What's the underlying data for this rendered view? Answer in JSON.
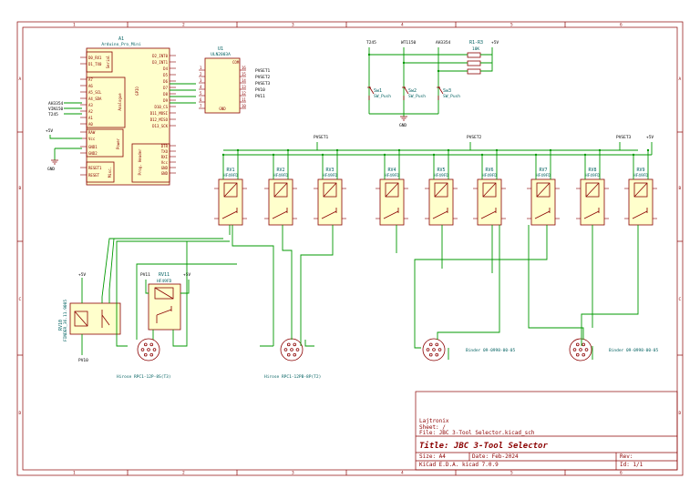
{
  "frame": {
    "columns": [
      "1",
      "2",
      "3",
      "4",
      "5",
      "6"
    ],
    "rows": [
      "A",
      "B",
      "C",
      "D"
    ]
  },
  "arduino": {
    "ref": "A1",
    "value": "Arduino_Pro_Mini",
    "groups": [
      "Serial",
      "Analogue",
      "GPIO",
      "Power",
      "Misc.",
      "Prog. Header"
    ],
    "left_pins": [
      "D0_RX1",
      "D1_TX0",
      "A7",
      "A6",
      "A5_SCL",
      "A4_SDA",
      "A3",
      "A2",
      "A1",
      "A0",
      "RAW",
      "Vcc",
      "GND1",
      "GND2",
      "RESET1",
      "RESET"
    ],
    "right_pins": [
      "D2_INT0",
      "D3_INT1",
      "D4",
      "D5",
      "D6",
      "D7",
      "D8",
      "D9",
      "D10_CS",
      "D11_MOSI",
      "D12_MISO",
      "D13_SCK",
      "DTR",
      "TXO",
      "RXI",
      "Vcc",
      "GND",
      "GND"
    ],
    "left_nets": [
      "AH3354",
      "VIN150",
      "T245"
    ],
    "power_net": "+5V",
    "gnd_net": "GND"
  },
  "driver": {
    "ref": "U1",
    "value": "ULN2003A",
    "pins_left": [
      "1",
      "2",
      "3",
      "4",
      "5",
      "6",
      "7"
    ],
    "pins_right": [
      "16",
      "15",
      "14",
      "13",
      "12",
      "11",
      "10"
    ],
    "com_label": "COM",
    "gnd_label": "GND",
    "nets": [
      "PVSET1",
      "PVSET2",
      "PVSET3",
      "PV10",
      "PV11"
    ]
  },
  "switches": {
    "nets": [
      "T245",
      "WT1150",
      "AH3354"
    ],
    "items": [
      {
        "ref": "Sw1",
        "value": "SW_Push"
      },
      {
        "ref": "Sw2",
        "value": "SW_Push"
      },
      {
        "ref": "Sw3",
        "value": "SW_Push"
      }
    ],
    "resistor_ref": "R1-R3",
    "resistor_value": "10K",
    "power_net": "+5V",
    "gnd_net": "GND"
  },
  "relay_row": {
    "nets": [
      "PVSET1",
      "PVSET2",
      "PVSET3",
      "+5V"
    ],
    "items": [
      {
        "ref": "RV1",
        "value": "HF49FD"
      },
      {
        "ref": "RV2",
        "value": "HF49FD"
      },
      {
        "ref": "RV3",
        "value": "HF49FD"
      },
      {
        "ref": "RV4",
        "value": "HF49FD"
      },
      {
        "ref": "RV5",
        "value": "HF49FD"
      },
      {
        "ref": "RV6",
        "value": "HF49FD"
      },
      {
        "ref": "RV7",
        "value": "HF49FD"
      },
      {
        "ref": "RV8",
        "value": "HF49FD"
      },
      {
        "ref": "RV9",
        "value": "HF49FD"
      }
    ]
  },
  "relay_left": {
    "ref": "RV10",
    "value": "FINDER_36.11.9005",
    "net_top": "+5V",
    "net_bottom": "PV10"
  },
  "relay_mid": {
    "ref": "RV11",
    "value": "HF49FD",
    "net_left": "PV11",
    "net_right": "+5V"
  },
  "connectors": [
    {
      "label": "Hirose RPC1-12P-8S(T3)"
    },
    {
      "label": "Hirose RPC1-12PB-8P(T2)"
    },
    {
      "label": "Binder 09-0998-00-05"
    },
    {
      "label": "Binder 09-0998-00-05"
    }
  ],
  "title_block": {
    "company": "Lajtronix",
    "sheet": "Sheet: /",
    "file": "File: JBC 3-Tool Selector.kicad_sch",
    "title": "Title: JBC 3-Tool Selector",
    "size": "Size: A4",
    "date": "Date: Feb-2024",
    "rev": "Rev:",
    "tool": "KiCad E.D.A.  kicad 7.0.9",
    "id": "Id: 1/1"
  }
}
